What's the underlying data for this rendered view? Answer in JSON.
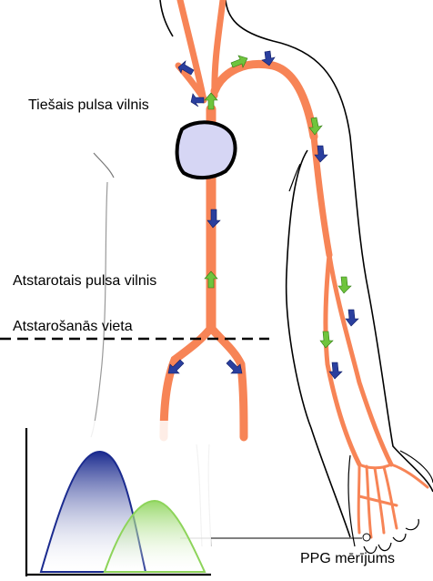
{
  "labels": {
    "direct_wave": "Tiešais pulsa vilnis",
    "reflected_wave": "Atstarotais pulsa vilnis",
    "reflection_site": "Atstarošanās vieta",
    "ppg_measurement": "PPG mērījums"
  },
  "colors": {
    "artery": "#f78456",
    "artery_dark": "#e2622e",
    "forward_arrow": "#2a3f9e",
    "reflected_arrow": "#6fc43d",
    "heart_fill": "#d6d6f4",
    "forward_curve": "#1b2b8f",
    "reflected_curve": "#8dd45a"
  },
  "icons": {
    "forward": "blue-arrow-icon",
    "reflected": "green-arrow-icon"
  }
}
